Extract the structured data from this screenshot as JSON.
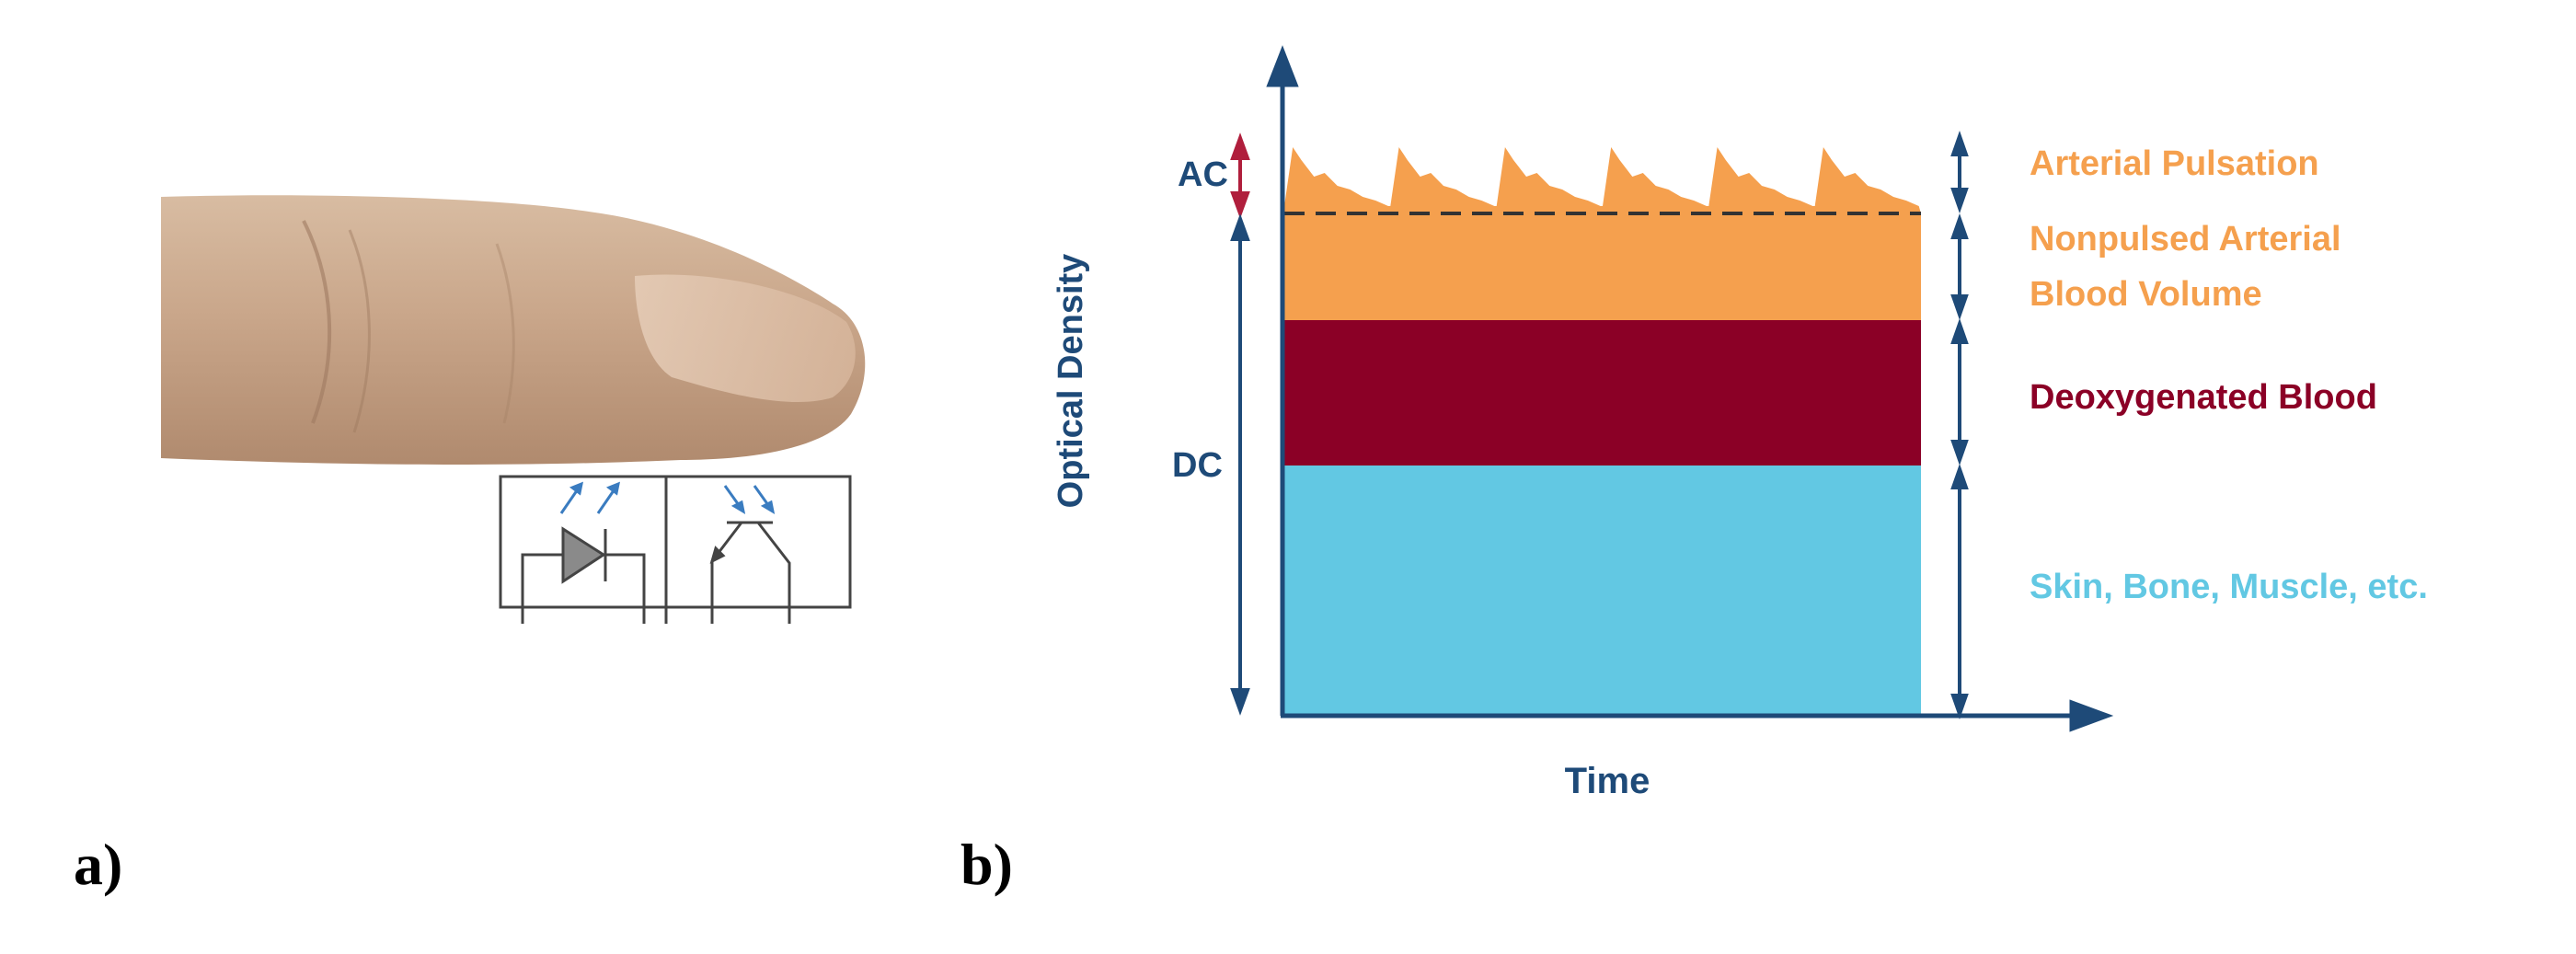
{
  "panels": {
    "a": "a)",
    "b": "b)"
  },
  "chart": {
    "y_axis_label": "Optical Density",
    "x_axis_label": "Time",
    "ac_label": "AC",
    "dc_label": "DC",
    "layers": [
      {
        "key": "arterial-pulsation",
        "lines": [
          "Arterial Pulsation"
        ],
        "color": "#F5A04E"
      },
      {
        "key": "nonpulsed-arterial",
        "lines": [
          "Nonpulsed Arterial",
          "Blood Volume"
        ],
        "color": "#F5A04E"
      },
      {
        "key": "deoxygenated-blood",
        "lines": [
          "Deoxygenated Blood"
        ],
        "color": "#8B0026"
      },
      {
        "key": "skin-bone-muscle",
        "lines": [
          "Skin, Bone, Muscle, etc."
        ],
        "color": "#62C8E3"
      }
    ],
    "axis_color": "#1E4A78",
    "ac_arrow_color": "#B01E3C"
  },
  "figure_colors": {
    "pulse": "#F5A04E",
    "nonpulsed": "#F5A04E",
    "deoxy": "#8B0026",
    "tissue": "#62C8E3",
    "circuit": "#444444",
    "circuit_arrows": "#3A7CC0",
    "skin": "#C7A78A"
  },
  "sensor": {
    "pulse_count": 6
  }
}
